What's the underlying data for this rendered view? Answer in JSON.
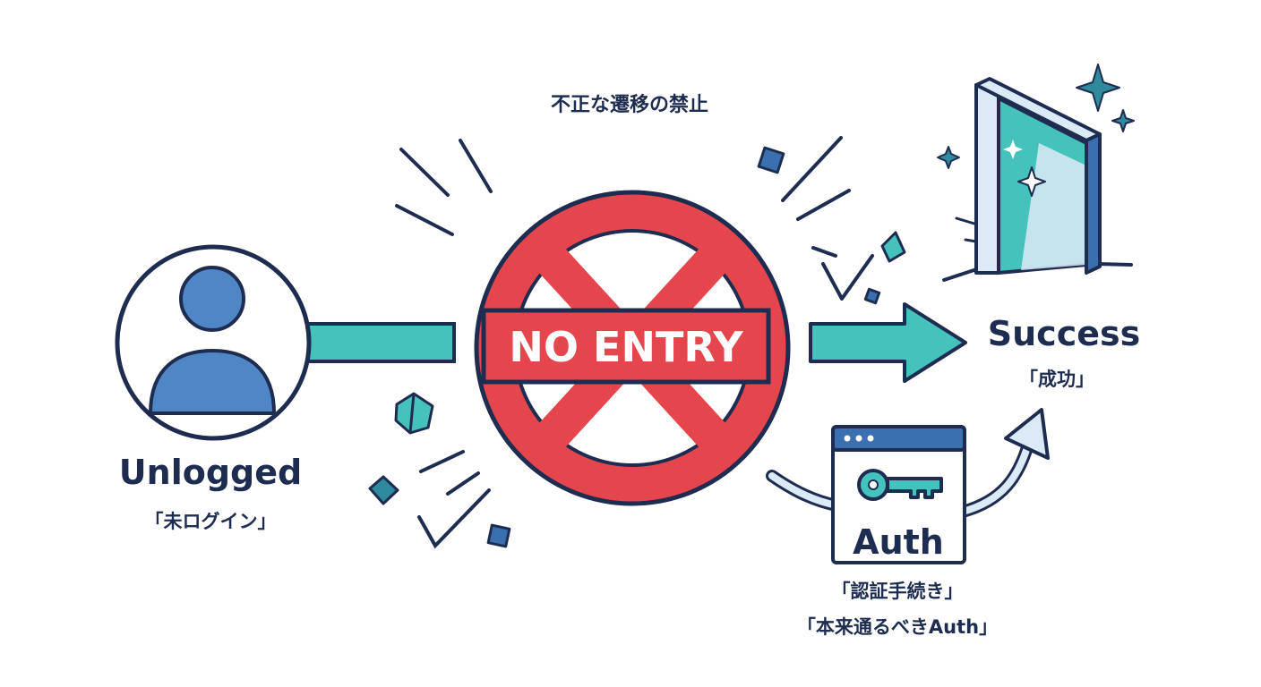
{
  "header": {
    "title": "不正な遷移の禁止"
  },
  "unlogged": {
    "label": "Unlogged",
    "sublabel": "「未ログイン」",
    "icon": "user-icon"
  },
  "blocker": {
    "banner": "NO ENTRY",
    "icon": "prohibited-icon"
  },
  "success": {
    "label": "Success",
    "sublabel": "「成功」",
    "icon": "open-door-icon"
  },
  "auth": {
    "label": "Auth",
    "sublabel_1": "「認証手続き」",
    "sublabel_2": "「本来通るべきAuth」",
    "icon": "key-icon"
  },
  "colors": {
    "outline": "#1e2d4f",
    "teal": "#45c2bb",
    "red": "#e5464e",
    "blue": "#4f86c6",
    "light_blue": "#dceaf7"
  }
}
